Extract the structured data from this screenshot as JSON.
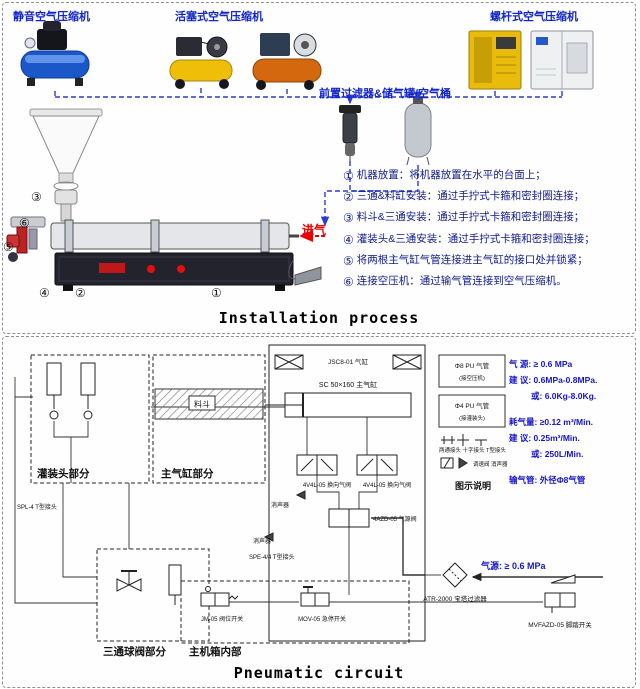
{
  "colors": {
    "accent_blue": "#1326cc",
    "spec_blue": "#1414cc",
    "alert_red": "#e80000",
    "flow_line_blue": "#2a3bd6"
  },
  "install": {
    "title": "Installation process",
    "labels": {
      "silent": "静音空气压缩机",
      "piston": "活塞式空气压缩机",
      "screw": "螺杆式空气压缩机",
      "prefilter": "前置过滤器&储气罐/空气桶",
      "air_in": "进气"
    },
    "machine_labels": [
      "③",
      "⑥",
      "⑤",
      "④",
      "②",
      "①"
    ],
    "steps": [
      {
        "n": "①",
        "t": "机器放置：将机器放置在水平的台面上；"
      },
      {
        "n": "②",
        "t": "三通&料缸安装：通过手拧式卡箍和密封圈连接；"
      },
      {
        "n": "③",
        "t": "料斗&三通安装：通过手拧式卡箍和密封圈连接；"
      },
      {
        "n": "④",
        "t": "灌装头&三通安装：通过手拧式卡箍和密封圈连接；"
      },
      {
        "n": "⑤",
        "t": "将两根主气缸气管连接进主气缸的接口处并锁紧；"
      },
      {
        "n": "⑥",
        "t": "连接空压机：通过输气管连接到空气压缩机。"
      }
    ]
  },
  "pneumatic": {
    "title": "Pneumatic circuit",
    "sections": {
      "filling_head": "灌装头部分",
      "main_cylinder": "主气缸部分",
      "ball_valve": "三通球阀部分",
      "cabinet": "主机箱内部",
      "legend_title": "图示说明"
    },
    "components": {
      "jsc8": "JSC8-01 气缸",
      "main_cyl": "SC 50×160 主气缸",
      "valve_left": "4V4L-05 换向气阀",
      "valve_right": "4V4L-05 换向气阀",
      "source_valve": "4AZD-05 气源阀",
      "spl": "SPL-4 T型接头",
      "spe": "SPE-4/4 T型接头",
      "muffler1": "消声器",
      "muffler2": "消声器",
      "hopper": "料斗",
      "jm": "JM-05 阀位开关",
      "mov": "MOV-05 急停开关",
      "foot": "MVFAZD-05 脚踏开关",
      "atr": "ATR-2000 宝塔过滤器",
      "air_source": "气源: ≥ 0.6 MPa"
    },
    "specs": {
      "l1": "气 源: ≥ 0.6 MPa",
      "l2": "建 议: 0.6MPa-0.8MPa.",
      "l3": "或: 6.0Kg-8.0Kg.",
      "l4": "耗气量: ≥0.12 m³/Min.",
      "l5": "建 议: 0.25m³/Min.",
      "l6": "或: 250L/Min.",
      "l7": "输气管: 外径Φ8气管"
    },
    "legend": {
      "pipe8": "Φ8 PU 气管",
      "pipe8_note": "(接空压机)",
      "pipe4": "Φ4 PU 气管",
      "pipe4_note": "(接灌装头)",
      "row1": "两通接头 十字接头 T型接头",
      "row2": "调速阀 消声器"
    }
  }
}
